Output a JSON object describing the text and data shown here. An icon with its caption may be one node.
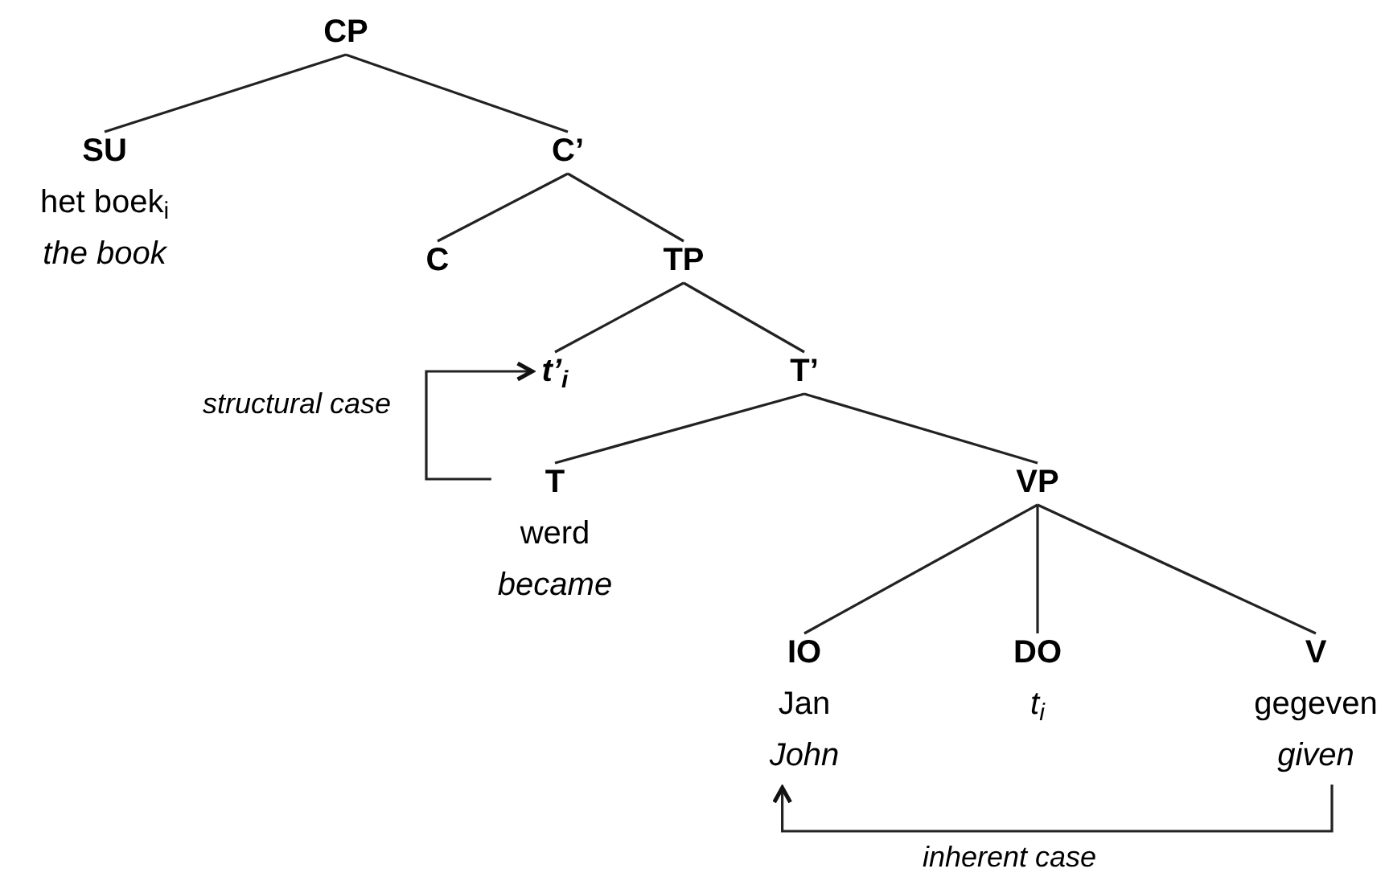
{
  "diagram": {
    "nodes": [
      {
        "text": [
          "CP"
        ]
      },
      {
        "text": [
          "SU",
          "het boek$_{i}$",
          "*the book*"
        ]
      },
      {
        "text": [
          "C’"
        ]
      },
      {
        "text": [
          "C"
        ]
      },
      {
        "text": [
          "TP"
        ]
      },
      {
        "text": [
          "*t’$_{i}$*"
        ]
      },
      {
        "text": [
          "T’"
        ]
      },
      {
        "text": [
          "T",
          "werd",
          "*became*"
        ]
      },
      {
        "text": [
          "VP"
        ]
      },
      {
        "text": [
          "IO",
          "Jan",
          "*John*"
        ]
      },
      {
        "text": [
          "DO",
          "*t$_{i}$*"
        ]
      },
      {
        "text": [
          "V",
          "gegeven",
          "*given*"
        ]
      }
    ],
    "edges": [
      {
        "from": 0,
        "to": 1,
        "arrow": "none"
      },
      {
        "from": 0,
        "to": 2,
        "arrow": "none"
      },
      {
        "from": 2,
        "to": 3,
        "arrow": "none"
      },
      {
        "from": 2,
        "to": 4,
        "arrow": "none"
      },
      {
        "from": 4,
        "to": 5,
        "arrow": "none"
      },
      {
        "from": 4,
        "to": 6,
        "arrow": "none"
      },
      {
        "from": 6,
        "to": 7,
        "arrow": "none"
      },
      {
        "from": 6,
        "to": 8,
        "arrow": "none"
      },
      {
        "from": 8,
        "to": 9,
        "arrow": "none"
      },
      {
        "from": 8,
        "to": 10,
        "arrow": "none"
      },
      {
        "from": 8,
        "to": 11,
        "arrow": "none"
      },
      {
        "from": 7,
        "to": 5,
        "arrow": "to",
        "label": "*structural case*"
      },
      {
        "from": 11,
        "to": 9,
        "arrow": "to",
        "label": "*inherent case*"
      }
    ]
  }
}
